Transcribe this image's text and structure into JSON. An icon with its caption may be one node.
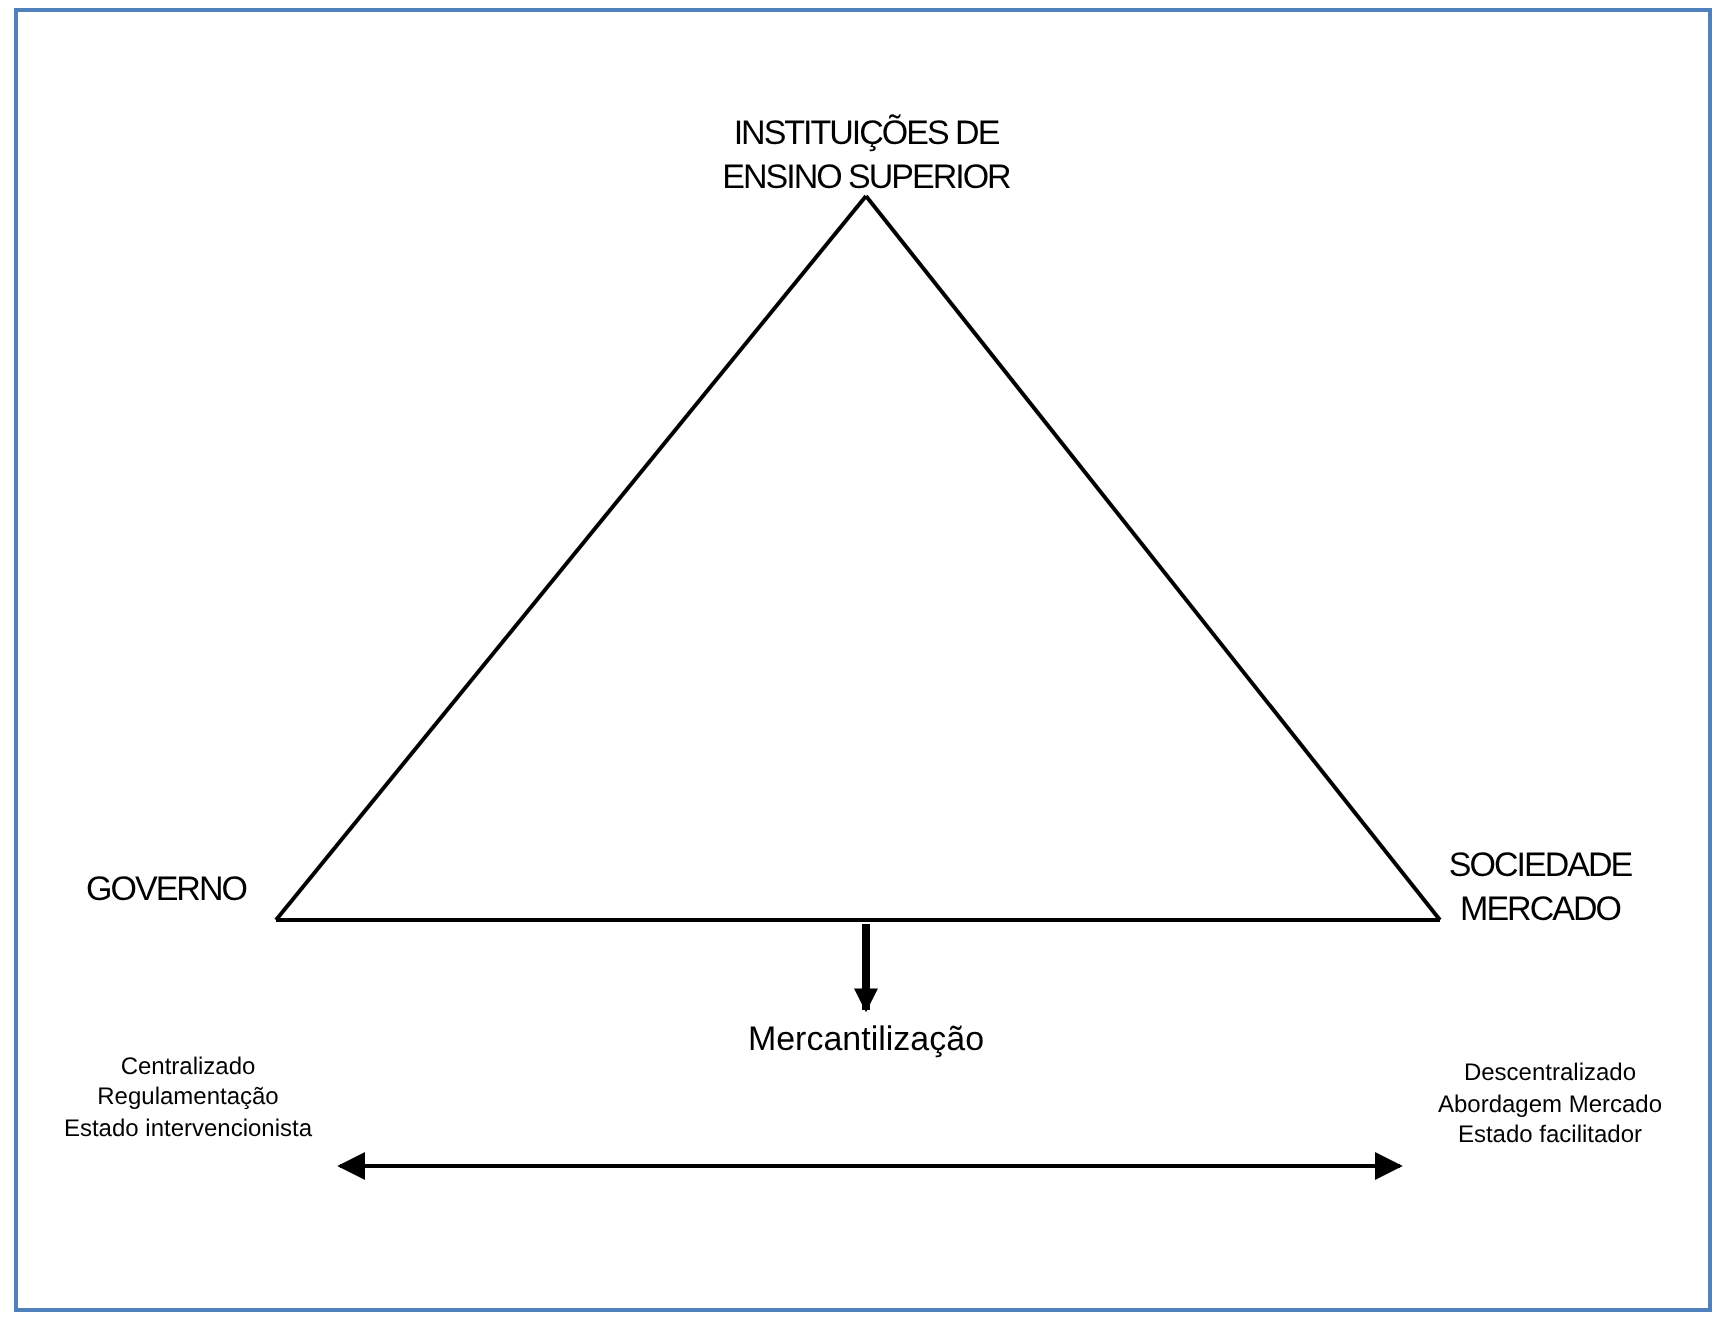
{
  "diagram": {
    "nodes": [
      {
        "text": [
          "INSTITUIÇÕES DE ENSINO SUPERIOR"
        ]
      },
      {
        "text": [
          "GOVERNO"
        ]
      },
      {
        "text": [
          "SOCIEDADE MERCADO"
        ]
      },
      {
        "text": [
          "Mercantilização"
        ]
      },
      {
        "text": [
          "Centralizado Regulamentação Estado intervencionista"
        ]
      },
      {
        "text": [
          "Descentralizado Abordagem Mercado Estado facilitador"
        ]
      }
    ],
    "edges": [
      {
        "from": 0,
        "to": 1,
        "arrow": "none"
      },
      {
        "from": 1,
        "to": 2,
        "arrow": "none"
      },
      {
        "from": 2,
        "to": 0,
        "arrow": "none"
      },
      {
        "from": null,
        "to": 3,
        "arrow": "to",
        "style": "thick"
      },
      {
        "from": 4,
        "to": 5,
        "arrow": "both"
      }
    ]
  }
}
